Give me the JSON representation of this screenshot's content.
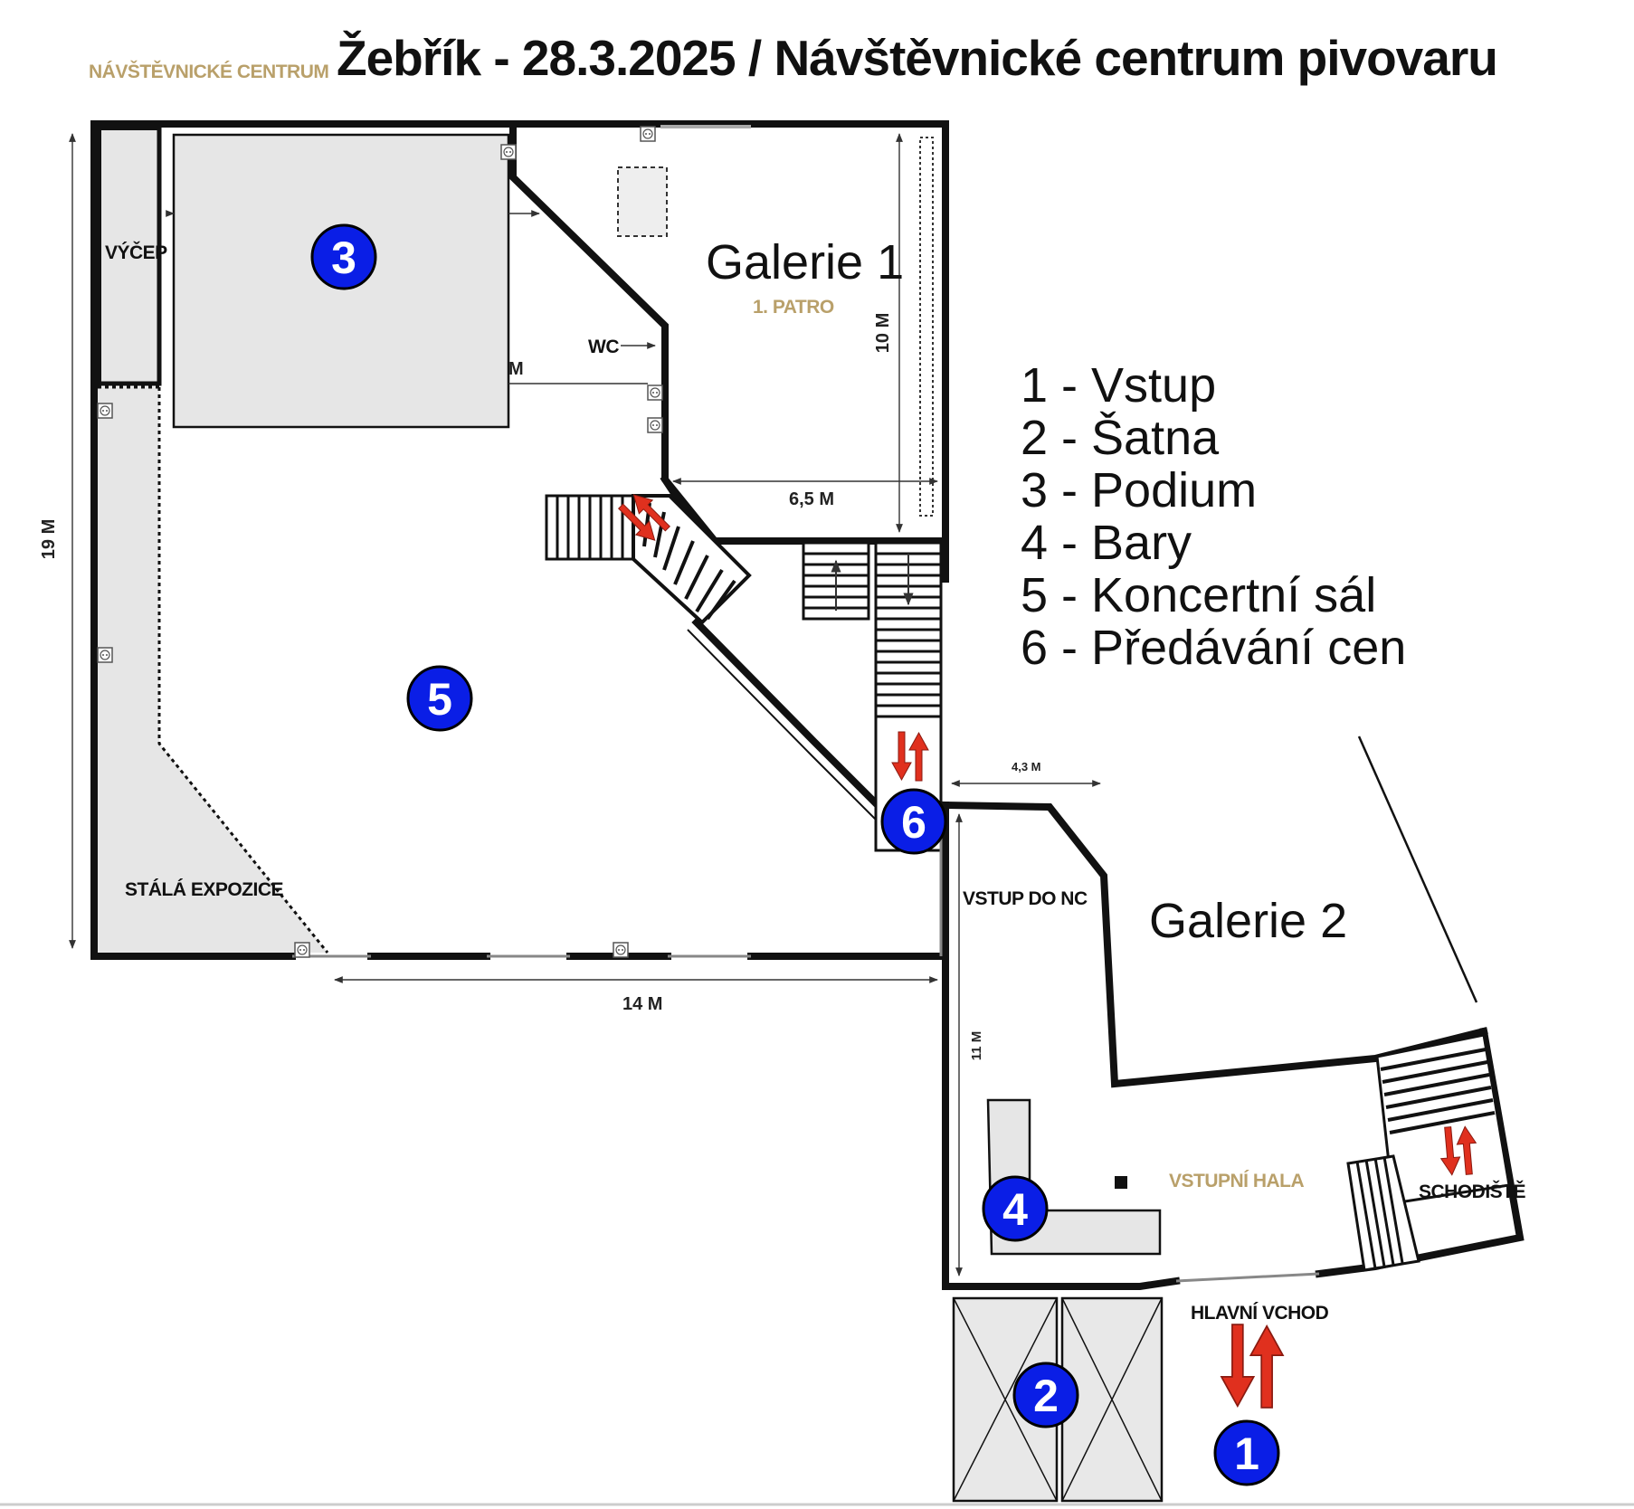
{
  "header": {
    "brand": "NÁVŠTĚVNICKÉ CENTRUM",
    "title": "Žebřík - 28.3.2025 / Návštěvnické centrum pivovaru"
  },
  "rooms": {
    "galerie1": "Galerie 1",
    "patro": "1. PATRO",
    "galerie2": "Galerie 2",
    "vycep": "VÝČEP",
    "wc": "WC",
    "stala_expozice": "STÁLÁ EXPOZICE",
    "vstup_do_nc": "VSTUP DO NC",
    "vstupni_hala": "VSTUPNÍ HALA",
    "schodiste": "SCHODIŠTĚ",
    "hlavni_vchod": "HLAVNÍ VCHOD"
  },
  "dimensions": {
    "d19m": "19 M",
    "d14m": "14 M",
    "d10m": "10 M",
    "d65m": "6,5 M",
    "d43m": "4,3 M",
    "d11m": "11 M",
    "dm": "M"
  },
  "markers": [
    "1",
    "2",
    "3",
    "4",
    "5",
    "6"
  ],
  "legend": [
    "1 - Vstup",
    "2 - Šatna",
    "3 - Podium",
    "4 - Bary",
    "5 - Koncertní sál",
    "6 - Předávání cen"
  ],
  "colors": {
    "marker_fill": "#0a1ee6",
    "arrow_fill": "#e0301e",
    "area_gray": "#e6e6e6",
    "gold_text": "#b9a06a"
  },
  "icons": [
    "up-down-arrow-icon",
    "outlet-icon",
    "stairs-icon"
  ]
}
